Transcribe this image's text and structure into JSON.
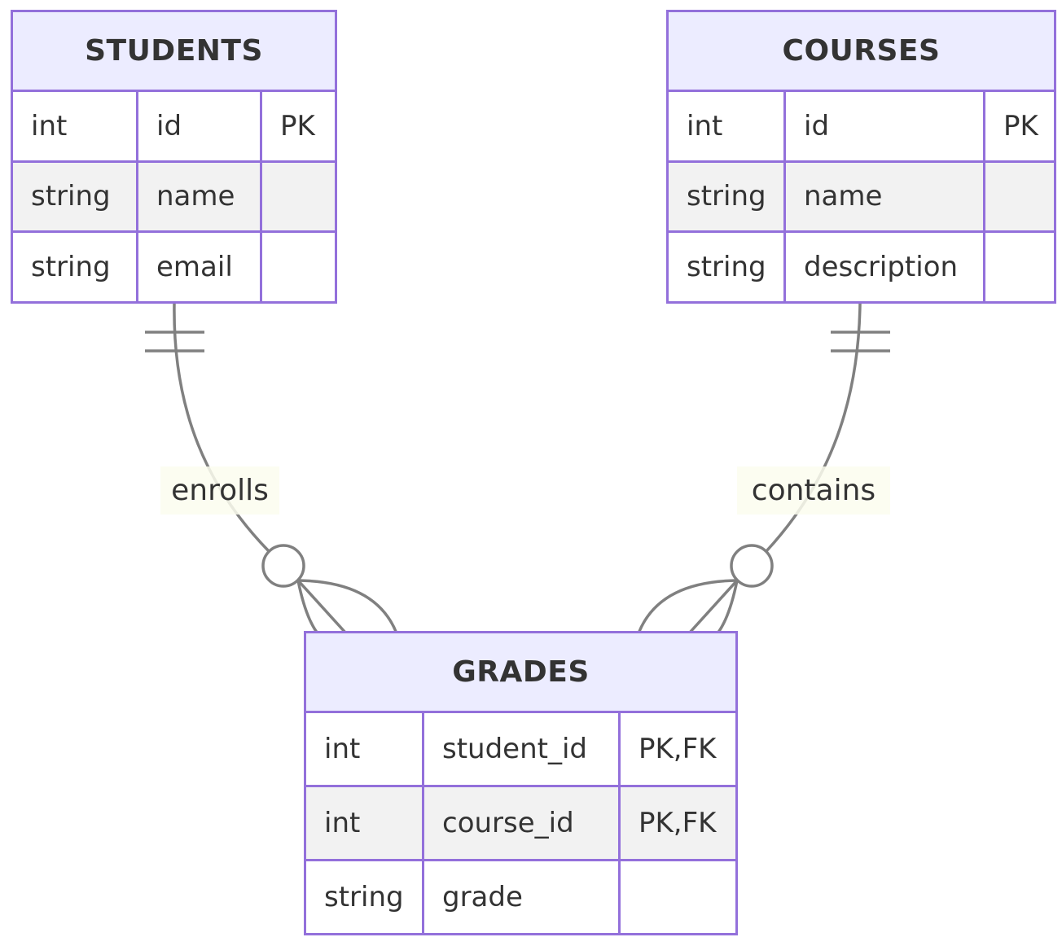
{
  "diagram": {
    "type": "er-diagram",
    "colors": {
      "entity_border": "#9370DB",
      "entity_header_fill": "#ECECFF",
      "row_fill": "#ffffff",
      "row_alt_fill": "#f2f2f2",
      "relationship_line": "#808080",
      "relationship_label_bg": "#fcfdee",
      "text": "#333333",
      "background": "#ffffff"
    },
    "entities": [
      {
        "name": "STUDENTS",
        "attributes": [
          {
            "type": "int",
            "name": "id",
            "key": "PK"
          },
          {
            "type": "string",
            "name": "name",
            "key": ""
          },
          {
            "type": "string",
            "name": "email",
            "key": ""
          }
        ]
      },
      {
        "name": "COURSES",
        "attributes": [
          {
            "type": "int",
            "name": "id",
            "key": "PK"
          },
          {
            "type": "string",
            "name": "name",
            "key": ""
          },
          {
            "type": "string",
            "name": "description",
            "key": ""
          }
        ]
      },
      {
        "name": "GRADES",
        "attributes": [
          {
            "type": "int",
            "name": "student_id",
            "key": "PK,FK"
          },
          {
            "type": "int",
            "name": "course_id",
            "key": "PK,FK"
          },
          {
            "type": "string",
            "name": "grade",
            "key": ""
          }
        ]
      }
    ],
    "relationships": [
      {
        "from": "STUDENTS",
        "to": "GRADES",
        "label": "enrolls",
        "from_cardinality": "exactly-one",
        "to_cardinality": "zero-or-many"
      },
      {
        "from": "COURSES",
        "to": "GRADES",
        "label": "contains",
        "from_cardinality": "exactly-one",
        "to_cardinality": "zero-or-many"
      }
    ]
  }
}
